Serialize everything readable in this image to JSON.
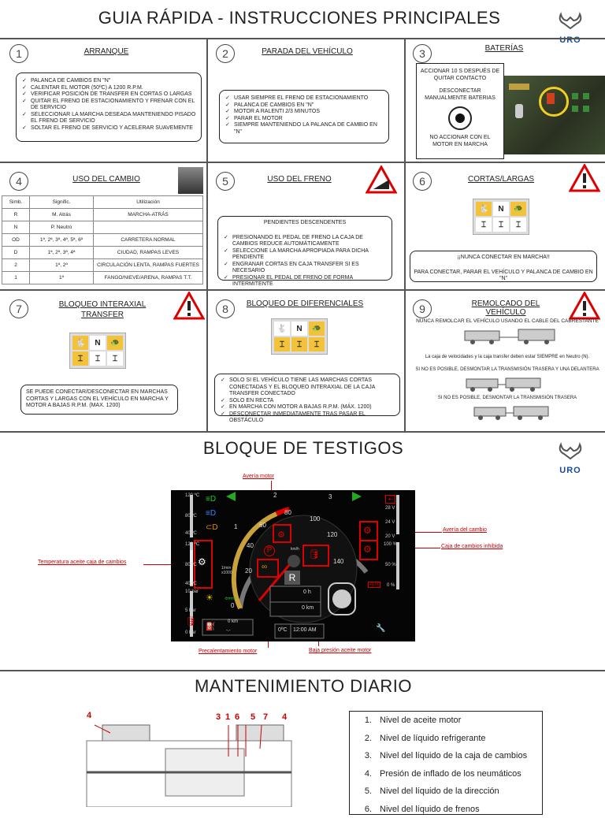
{
  "header": {
    "title": "GUIA RÁPIDA - INSTRUCCIONES PRINCIPALES",
    "logo": "URO"
  },
  "s1": {
    "num": "1",
    "title": "ARRANQUE",
    "items": [
      "PALANCA DE CAMBIOS EN \"N\"",
      "CALENTAR EL MOTOR (50ºC) A 1200 R.P.M.",
      "VERIFICAR POSICIÓN DE TRANSFER EN CORTAS O LARGAS",
      "QUITAR EL FRENO DE ESTACIONAMIENTO Y FRENAR CON EL DE SERVICIO",
      "SELECCIONAR LA MARCHA DESEADA MANTENIENDO PISADO EL FRENO DE SERVICIO",
      "SOLTAR EL FRENO DE SERVICIO Y ACELERAR SUAVEMENTE"
    ]
  },
  "s2": {
    "num": "2",
    "title": "PARADA DEL VEHÍCULO",
    "items": [
      "USAR SIEMPRE EL FRENO DE ESTACIONAMIENTO",
      "PALANCA DE CAMBIOS EN \"N\"",
      "MOTOR A RALENTI 2/3 MINUTOS",
      "PARAR EL MOTOR",
      "SIEMPRE MANTENIENDO LA PALANCA DE CAMBIO EN \"N\""
    ]
  },
  "s3": {
    "num": "3",
    "title": "BATERÍAS",
    "line1": "ACCIONAR 10 S DESPUÉS DE QUITAR CONTACTO",
    "line2": "DESCONECTAR MANUALMENTE BATERIAS",
    "line3": "NO ACCIONAR CON EL MOTOR EN MARCHA"
  },
  "s4": {
    "num": "4",
    "title": "USO DEL CAMBIO",
    "headers": [
      "Simb.",
      "Signific.",
      "Utilización"
    ],
    "rows": [
      [
        "R",
        "M. Atrás",
        "MARCHA-ATRÁS"
      ],
      [
        "N",
        "P. Neutro",
        ""
      ],
      [
        "OD",
        "1ª, 2ª, 3ª, 4ª, 5ª, 6ª",
        "CARRETERA NORMAL"
      ],
      [
        "D",
        "1ª, 2ª, 3ª, 4ª",
        "CIUDAD, RAMPAS LEVES"
      ],
      [
        "2",
        "1ª, 2ª",
        "CIRCULACIÓN LENTA, RAMPAS FUERTES"
      ],
      [
        "1",
        "1ª",
        "FANGO/NIEVE/ARENA, RAMPAS T.T."
      ]
    ]
  },
  "s5": {
    "num": "5",
    "title": "USO DEL FRENO",
    "subtitle": "PENDIENTES DESCENDENTES",
    "items": [
      "PRESIONANDO EL PEDAL DE FRENO LA CAJA DE CAMBIOS REDUCE AUTOMÁTICAMENTE",
      "SELECCIONE LA MARCHA APROPIADA PARA DICHA PENDIENTE",
      "ENGRANAR CORTAS EN CAJA TRANSFER SI ES NECESARIO",
      "PRESIONAR EL PEDAL DE FRENO DE FORMA INTERMITENTE"
    ]
  },
  "s6": {
    "num": "6",
    "title": "CORTAS/LARGAS",
    "line1": "¡¡NUNCA CONECTAR EN MARCHA!!",
    "line2": "PARA CONECTAR, PARAR EL VEHÍCULO Y PALANCA DE CAMBIO EN \"N\""
  },
  "s7": {
    "num": "7",
    "title": "BLOQUEO INTERAXIAL TRANSFER",
    "text": "SE PUEDE CONECTAR/DESCONECTAR EN MARCHAS CORTAS Y LARGAS CON EL VEHÍCULO EN MARCHA Y MOTOR A BAJAS R.P.M. (MAX. 1200)"
  },
  "s8": {
    "num": "8",
    "title": "Bloqueo de diferenciales",
    "items": [
      "SOLO SI EL VEHÍCULO TIENE LAS MARCHAS CORTAS CONECTADAS Y EL BLOQUEO INTERAXIAL DE LA CAJA TRANSFER CONECTADO",
      "SOLO EN RECTA",
      "EN MARCHA CON MOTOR A BAJAS R.P.M. (MÁX. 1200)",
      "DESCONECTAR INMEDIATAMENTE TRAS PASAR EL OBSTÁCULO"
    ]
  },
  "s9": {
    "num": "9",
    "title": "REMOLCADO DEL VEHÍCULO",
    "line1": "NUNCA REMOLCAR EL VEHÍCULO USANDO EL CABLE DEL CABRESTANTE",
    "line2": "La caja de velocidades y la caja transfer deben estar SIEMPRE en Neutro (N).",
    "line3": "SI NO ES POSIBLE, DESMONTAR LA TRANSMISIÓN TRASERA Y UNA DELANTERA",
    "line4": "SI NO ES POSIBLE, DESMONTAR LA TRANSMISIÓN TRASERA"
  },
  "gear_N": "N",
  "testigos": {
    "title": "BLOQUE DE TESTIGOS",
    "callouts": {
      "averia_motor": "Avería motor",
      "averia_cambio": "Avería del cambio",
      "cambios_inhibida": "Caja de cambios inhibida",
      "temp_aceite": "Temperatura aceite caja de cambios",
      "precalentamiento": "Precalentamiento motor",
      "baja_presion": "Baja presión aceite motor"
    },
    "dash": {
      "temp_top": "120 ºC",
      "temp_mid": "80 ºC",
      "temp_low": "40 ºC",
      "temp2_top": "120 ºC",
      "temp2_mid": "80 ºC",
      "temp2_low": "40 ºC",
      "bar10": "10 bar",
      "bar5": "5 bar",
      "bar0": "0 bar",
      "v28": "28 V",
      "v24": "24 V",
      "v20": "20 V",
      "p100": "100 %",
      "p50": "50 %",
      "p0": "0 %",
      "gear": "R",
      "trip1": "0 h",
      "trip2": "0 km",
      "km": "0 km",
      "lh": "-.-",
      "temp": "0ºC",
      "time": "12:00 AM",
      "rpm_unit": "1/min x1000",
      "kmh": "km/h",
      "aux": "AUX",
      "ticks": [
        "20",
        "40",
        "60",
        "80",
        "100",
        "120",
        "140"
      ],
      "rpm": [
        "0",
        "1",
        "2",
        "3"
      ]
    }
  },
  "mantenimiento": {
    "title": "MANTENIMIENTO DIARIO",
    "items": [
      {
        "n": "1.",
        "t": "Nivel de aceite motor"
      },
      {
        "n": "2.",
        "t": "Nivel de líquido refrigerante"
      },
      {
        "n": "3.",
        "t": "Nivel del líquido de la caja de cambios"
      },
      {
        "n": "4.",
        "t": "Presión de inflado de los neumáticos"
      },
      {
        "n": "5.",
        "t": "Nivel del líquido de la dirección"
      },
      {
        "n": "6.",
        "t": "Nivel del líquido de frenos"
      }
    ],
    "diagram_labels": [
      "4",
      "3",
      "1",
      "6",
      "5",
      "7",
      "4"
    ]
  }
}
